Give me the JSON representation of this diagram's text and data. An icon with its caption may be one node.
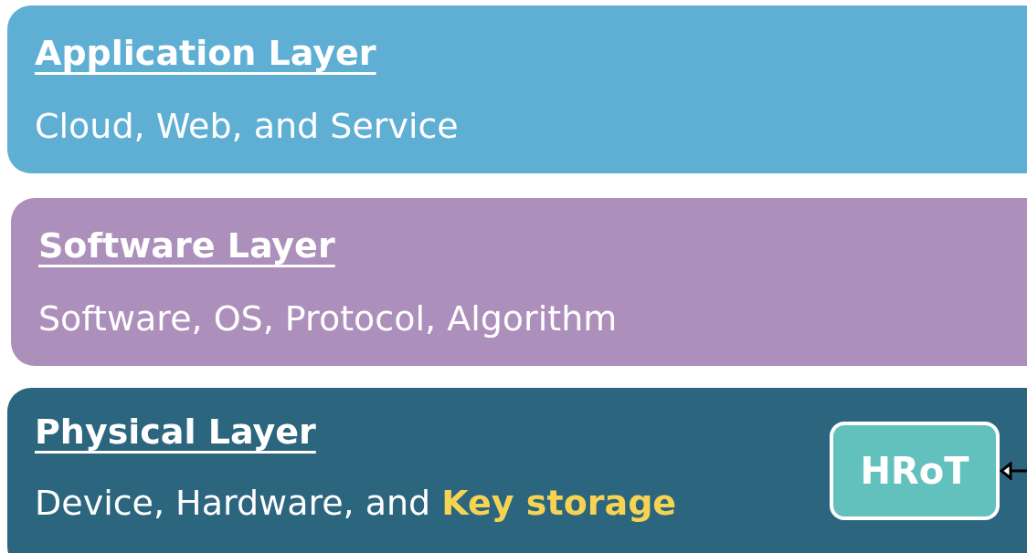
{
  "diagram": {
    "nodes": [
      {
        "text": [
          "Application Layer",
          "Cloud, Web, and Service"
        ]
      },
      {
        "text": [
          "Software Layer",
          "Software, OS, Protocol, Algorithm"
        ]
      },
      {
        "text": [
          "Physical Layer",
          "Device, Hardware, and **Key storage**"
        ]
      },
      {
        "text": [
          "HRoT"
        ],
        "in": 2
      }
    ],
    "edges": [
      {
        "from": null,
        "to": 3,
        "arrow": "to"
      }
    ]
  }
}
